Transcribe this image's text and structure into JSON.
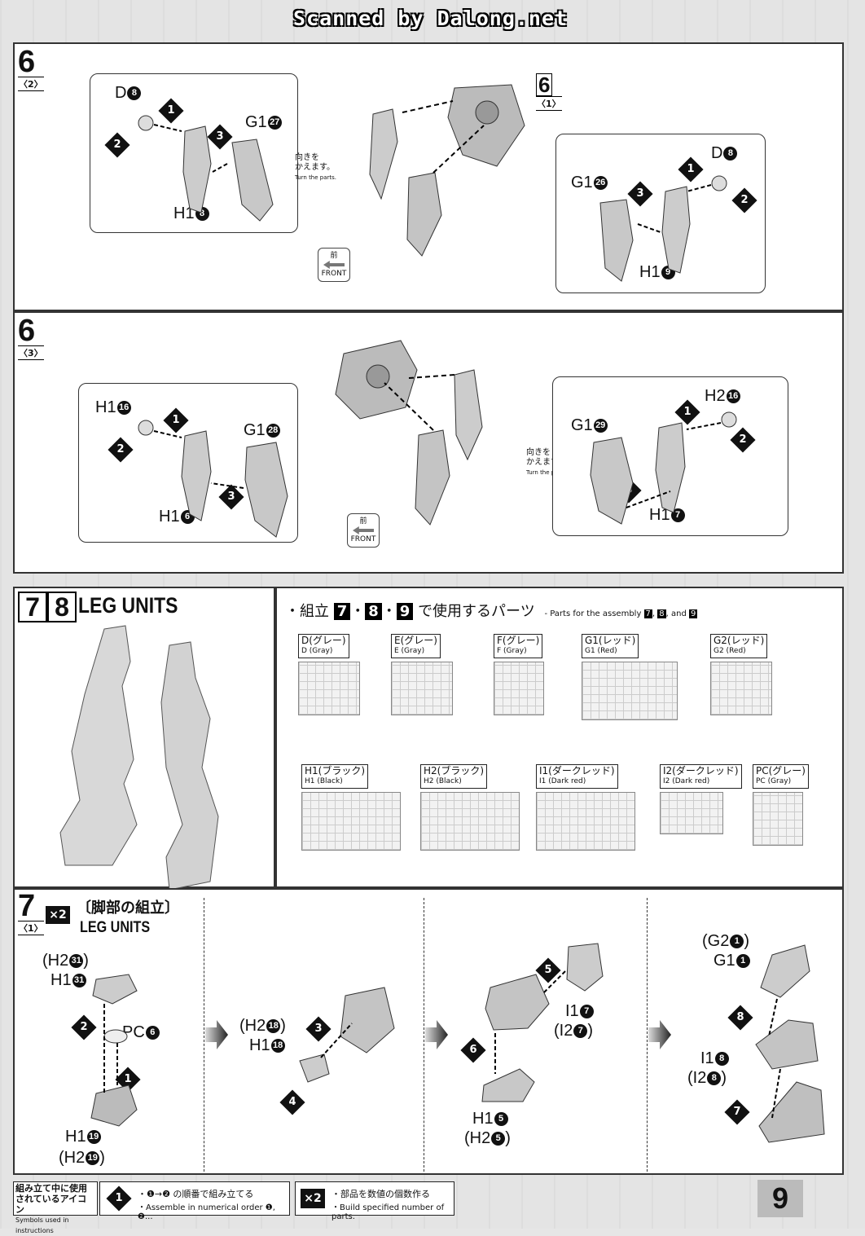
{
  "banner": "Scanned by Dalong.net",
  "page_number": "9",
  "step6_2": {
    "step": "6",
    "sub": "〈2〉",
    "ref_step": "6",
    "ref_sub": "〈1〉",
    "left_box": {
      "d": "D",
      "d_n": "8",
      "g": "G1",
      "g_n": "27",
      "h": "H1",
      "h_n": "8"
    },
    "right_box": {
      "d": "D",
      "d_n": "8",
      "g": "G1",
      "g_n": "26",
      "h": "H1",
      "h_n": "9"
    },
    "turn_jp1": "向きを",
    "turn_jp2": "かえます。",
    "turn_en": "Turn the parts.",
    "front_jp": "前",
    "front_en": "FRONT"
  },
  "step6_3": {
    "step": "6",
    "sub": "〈3〉",
    "left_box": {
      "h16": "H1",
      "h16_n": "16",
      "g": "G1",
      "g_n": "28",
      "h": "H1",
      "h_n": "6"
    },
    "right_box": {
      "h16": "H2",
      "h16_n": "16",
      "g": "G1",
      "g_n": "29",
      "h": "H1",
      "h_n": "7"
    },
    "turn_jp1": "向きを",
    "turn_jp2": "かえます。",
    "turn_en": "Turn the parts.",
    "front_jp": "前",
    "front_en": "FRONT"
  },
  "leg_units": {
    "num1": "7",
    "num2": "8",
    "title": "LEG UNITS"
  },
  "parts_list": {
    "prefix": "・組立",
    "n1": "7",
    "n2": "8",
    "n3": "9",
    "suffix": "で使用するパーツ",
    "en_prefix": "- Parts for the assembly",
    "en_and": "and",
    "runners": [
      {
        "jp": "D(グレー)",
        "en": "D (Gray)"
      },
      {
        "jp": "E(グレー)",
        "en": "E (Gray)"
      },
      {
        "jp": "F(グレー)",
        "en": "F (Gray)"
      },
      {
        "jp": "G1(レッド)",
        "en": "G1 (Red)"
      },
      {
        "jp": "G2(レッド)",
        "en": "G2 (Red)"
      },
      {
        "jp": "H1(ブラック)",
        "en": "H1 (Black)"
      },
      {
        "jp": "H2(ブラック)",
        "en": "H2 (Black)"
      },
      {
        "jp": "I1(ダークレッド)",
        "en": "I1 (Dark red)"
      },
      {
        "jp": "I2(ダークレッド)",
        "en": "I2 (Dark red)"
      },
      {
        "jp": "PC(グレー)",
        "en": "PC (Gray)"
      }
    ]
  },
  "step7_1": {
    "step": "7",
    "sub": "〈1〉",
    "times": "×2",
    "title_jp": "〔脚部の組立〕",
    "title_en": "LEG UNITS",
    "a": {
      "h2": "(H2",
      "h2_n": "31",
      "h1": "H1",
      "h1_n": "31",
      "pc": "PC",
      "pc_n": "6",
      "b1": "H1",
      "b1_n": "19",
      "b2": "(H2",
      "b2_n": "19"
    },
    "b": {
      "h2": "(H2",
      "h2_n": "18",
      "h1": "H1",
      "h1_n": "18"
    },
    "c": {
      "i1": "I1",
      "i1_n": "7",
      "i2": "(I2",
      "i2_n": "7",
      "h1": "H1",
      "h1_n": "5",
      "h2": "(H2",
      "h2_n": "5"
    },
    "d": {
      "g2": "(G2",
      "g2_n": "1",
      "g1": "G1",
      "g1_n": "1",
      "i1": "I1",
      "i1_n": "8",
      "i2": "(I2",
      "i2_n": "8"
    }
  },
  "footer": {
    "icons_jp1": "組み立て中に使用",
    "icons_jp2": "されているアイコン",
    "icons_en": "Symbols used in instructions",
    "order_jp": "・❶→❷ の順番で組み立てる",
    "order_en": "・Assemble in numerical order ❶, ❷...",
    "mult_jp": "・部品を数値の個数作る",
    "mult_en": "・Build specified number of parts.",
    "mult_icon": "×2",
    "order_icon": "1"
  }
}
